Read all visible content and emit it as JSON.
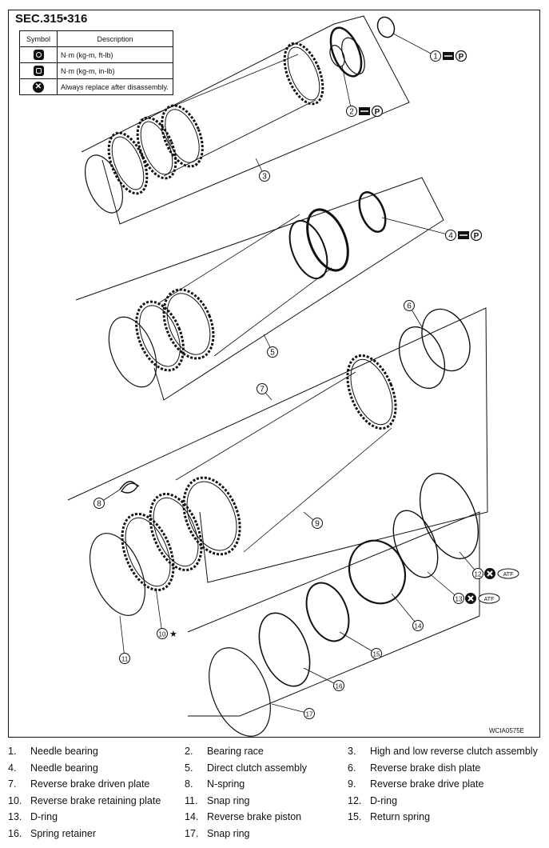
{
  "section": "SEC.315•316",
  "figure_code": "WCIA0575E",
  "symbol_table": {
    "header": [
      "Symbol",
      "Description"
    ],
    "rows": [
      {
        "icon": "torque-wrench-icon",
        "description": "N·m (kg-m, ft-lb)"
      },
      {
        "icon": "torque-wrench-small-icon",
        "description": "N·m (kg-m, in-lb)"
      },
      {
        "icon": "replace-x-icon",
        "description": "Always replace after disassembly."
      }
    ]
  },
  "callouts": [
    {
      "n": "1",
      "marks": [
        "grease-icon",
        "P"
      ]
    },
    {
      "n": "2",
      "marks": [
        "grease-icon",
        "P"
      ]
    },
    {
      "n": "3",
      "marks": []
    },
    {
      "n": "4",
      "marks": [
        "grease-icon",
        "P"
      ]
    },
    {
      "n": "5",
      "marks": []
    },
    {
      "n": "6",
      "marks": []
    },
    {
      "n": "7",
      "marks": []
    },
    {
      "n": "8",
      "marks": []
    },
    {
      "n": "9",
      "marks": []
    },
    {
      "n": "10",
      "marks": [
        "★"
      ]
    },
    {
      "n": "11",
      "marks": []
    },
    {
      "n": "12",
      "marks": [
        "replace-x-icon",
        "ATF"
      ]
    },
    {
      "n": "13",
      "marks": [
        "replace-x-icon",
        "ATF"
      ]
    },
    {
      "n": "14",
      "marks": []
    },
    {
      "n": "15",
      "marks": []
    },
    {
      "n": "16",
      "marks": []
    },
    {
      "n": "17",
      "marks": []
    }
  ],
  "legend": [
    {
      "num": "1.",
      "label": "Needle bearing"
    },
    {
      "num": "2.",
      "label": "Bearing race"
    },
    {
      "num": "3.",
      "label": "High and low reverse clutch assembly"
    },
    {
      "num": "4.",
      "label": "Needle bearing"
    },
    {
      "num": "5.",
      "label": "Direct clutch assembly"
    },
    {
      "num": "6.",
      "label": "Reverse brake dish plate"
    },
    {
      "num": "7.",
      "label": "Reverse brake driven plate"
    },
    {
      "num": "8.",
      "label": "N-spring"
    },
    {
      "num": "9.",
      "label": "Reverse brake drive plate"
    },
    {
      "num": "10.",
      "label": "Reverse brake retaining plate"
    },
    {
      "num": "11.",
      "label": "Snap ring"
    },
    {
      "num": "12.",
      "label": "D-ring"
    },
    {
      "num": "13.",
      "label": "D-ring"
    },
    {
      "num": "14.",
      "label": "Reverse brake piston"
    },
    {
      "num": "15.",
      "label": "Return spring"
    },
    {
      "num": "16.",
      "label": "Spring retainer"
    },
    {
      "num": "17.",
      "label": "Snap ring"
    }
  ]
}
